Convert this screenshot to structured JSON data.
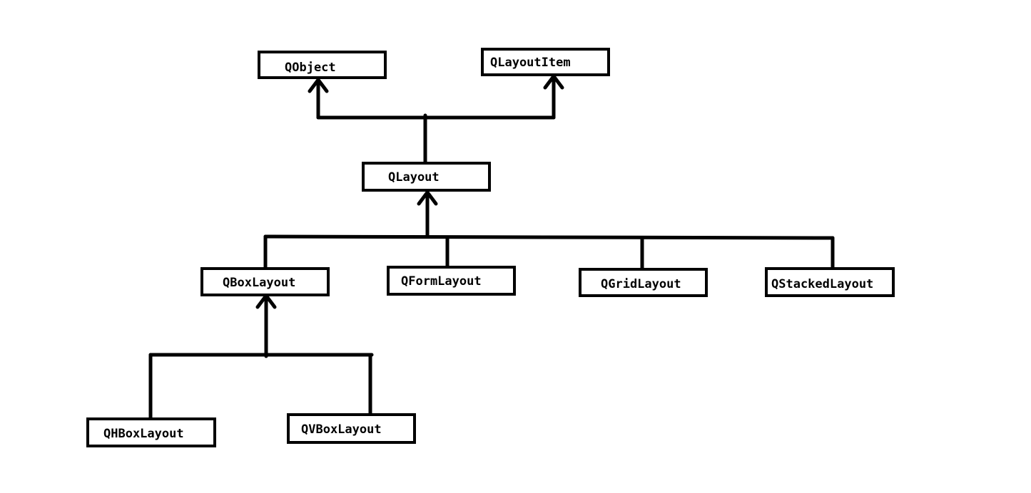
{
  "diagram": {
    "nodes": {
      "qobject": "QObject",
      "qlayoutitem": "QLayoutItem",
      "qlayout": "QLayout",
      "qboxlayout": "QBoxLayout",
      "qformlayout": "QFormLayout",
      "qgridlayout": "QGridLayout",
      "qstackedlayout": "QStackedLayout",
      "qhboxlayout": "QHBoxLayout",
      "qvboxlayout": "QVBoxLayout"
    },
    "colors": {
      "line": "#000000",
      "background": "#ffffff"
    }
  }
}
